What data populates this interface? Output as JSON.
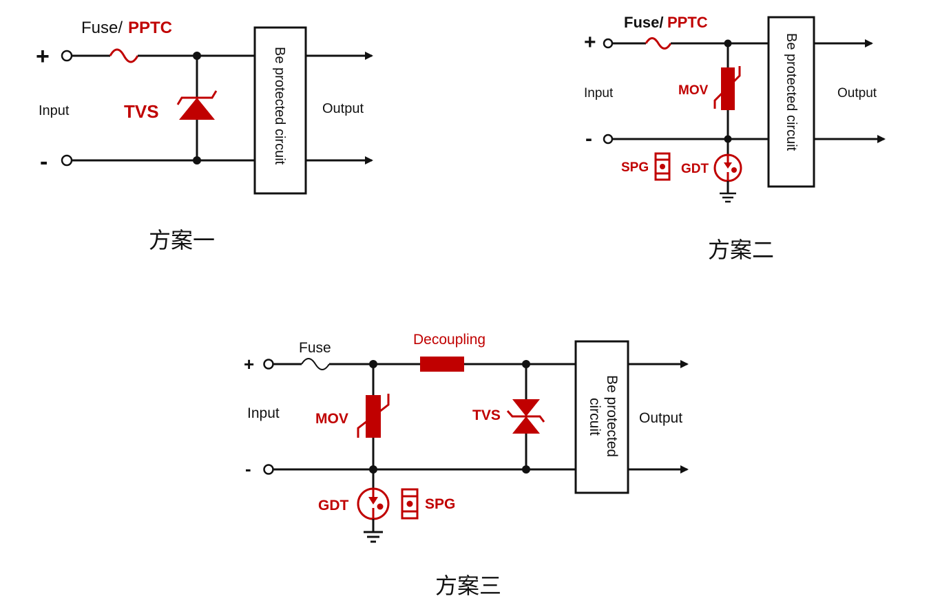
{
  "scheme1": {
    "fuse_label": "Fuse/",
    "fuse_label_red": "PPTC",
    "plus": "+",
    "minus": "-",
    "input": "Input",
    "tvs": "TVS",
    "box": "Be protected circuit",
    "output": "Output",
    "caption": "方案一"
  },
  "scheme2": {
    "fuse_label": "Fuse/",
    "fuse_label_red": "PPTC",
    "plus": "+",
    "minus": "-",
    "input": "Input",
    "mov": "MOV",
    "spg": "SPG",
    "gdt": "GDT",
    "box": "Be protected circuit",
    "output": "Output",
    "caption": "方案二"
  },
  "scheme3": {
    "fuse_label": "Fuse",
    "decoupling": "Decoupling",
    "plus": "+",
    "minus": "-",
    "input": "Input",
    "mov": "MOV",
    "tvs": "TVS",
    "gdt": "GDT",
    "spg": "SPG",
    "box_line1": "Be protected",
    "box_line2": "circuit",
    "output": "Output",
    "caption": "方案三"
  },
  "colors": {
    "accent": "#c00000",
    "line": "#111111"
  }
}
